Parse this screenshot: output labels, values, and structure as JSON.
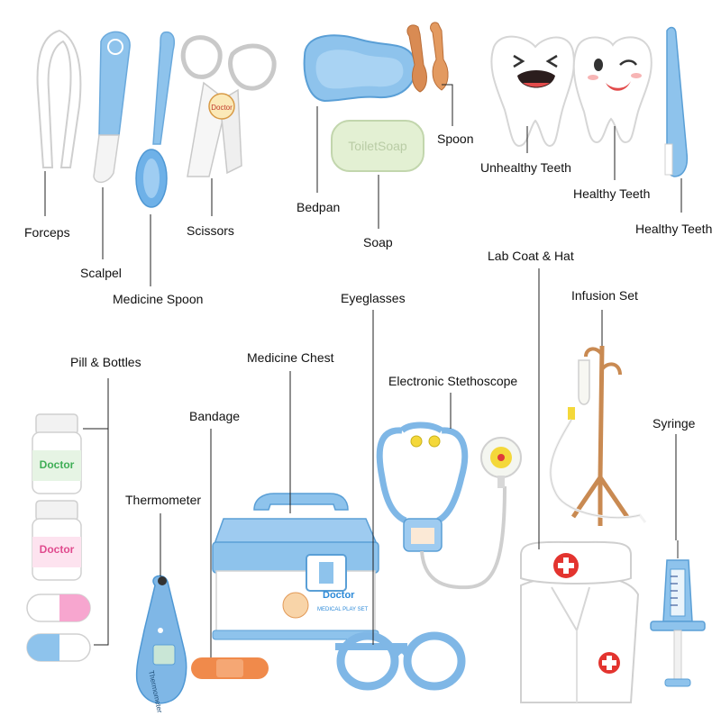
{
  "labels": {
    "forceps": "Forceps",
    "scalpel": "Scalpel",
    "medicine_spoon": "Medicine Spoon",
    "scissors": "Scissors",
    "bedpan": "Bedpan",
    "spoon": "Spoon",
    "soap": "Soap",
    "unhealthy_teeth": "Unhealthy Teeth",
    "healthy_teeth_1": "Healthy Teeth",
    "healthy_teeth_2": "Healthy Teeth",
    "lab_coat_hat": "Lab Coat & Hat",
    "infusion_set": "Infusion Set",
    "eyeglasses": "Eyeglasses",
    "electronic_stethoscope": "Electronic Stethoscope",
    "pill_bottles": "Pill & Bottles",
    "medicine_chest": "Medicine Chest",
    "bandage": "Bandage",
    "thermometer": "Thermometer",
    "syringe": "Syringe"
  },
  "product_text": {
    "soap_print": "ToiletSoap",
    "bottle_brand_1": "Doctor",
    "bottle_brand_2": "Doctor",
    "chest_brand": "Doctor",
    "chest_subtitle": "MEDICAL PLAY SET",
    "thermometer_print": "Thermometer",
    "scissors_badge": "Doctor"
  },
  "colors": {
    "toy_blue": "#8ec3ec",
    "toy_blue_dark": "#5a9fd6",
    "cream": "#f4f6ea",
    "bandage_orange": "#f08a4b",
    "stand_brown": "#c98a52",
    "pill_pink": "#f7a6cf",
    "cross_red": "#e3342f",
    "leader_line": "#222222"
  }
}
